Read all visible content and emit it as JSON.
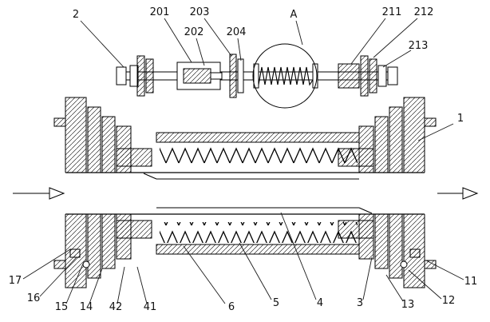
{
  "labels": {
    "n1": "1",
    "n2": "2",
    "n3": "3",
    "n4": "4",
    "n5": "5",
    "n6": "6",
    "n11": "11",
    "n12": "12",
    "n13": "13",
    "n14": "14",
    "n15": "15",
    "n16": "16",
    "n17": "17",
    "n41": "41",
    "n42": "42",
    "n201": "201",
    "n202": "202",
    "n203": "203",
    "n204": "204",
    "n211": "211",
    "n212": "212",
    "n213": "213",
    "nA": "A"
  }
}
